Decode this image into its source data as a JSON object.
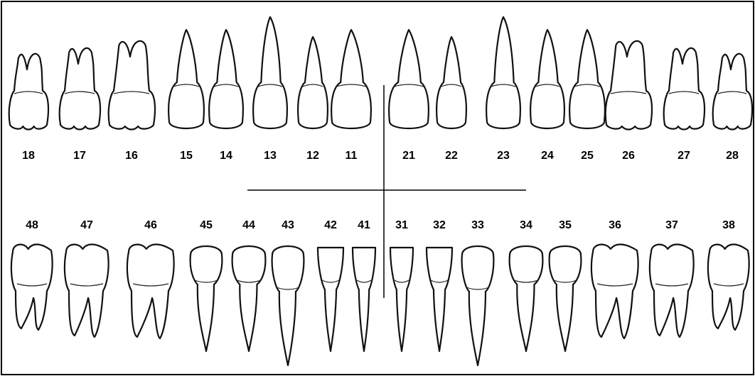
{
  "diagram": {
    "upper_right": [
      "18",
      "17",
      "16",
      "15",
      "14",
      "13",
      "12",
      "11"
    ],
    "upper_left": [
      "21",
      "22",
      "23",
      "24",
      "25",
      "26",
      "27",
      "28"
    ],
    "lower_right": [
      "48",
      "47",
      "46",
      "45",
      "44",
      "43",
      "42",
      "41"
    ],
    "lower_left": [
      "31",
      "32",
      "33",
      "34",
      "35",
      "36",
      "37",
      "38"
    ]
  }
}
